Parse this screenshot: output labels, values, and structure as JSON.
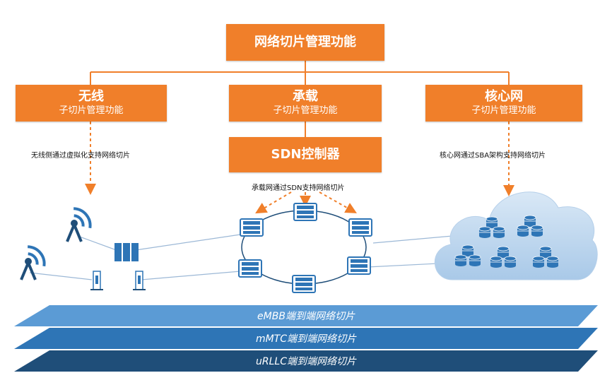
{
  "top": {
    "title": "网络切片管理功能"
  },
  "wireless": {
    "title": "无线",
    "subtitle": "子切片管理功能",
    "note": "无线侧通过虚拟化支持网络切片"
  },
  "bearer": {
    "title": "承载",
    "subtitle": "子切片管理功能",
    "note": "承载网通过SDN支持网络切片"
  },
  "core": {
    "title": "核心网",
    "subtitle": "子切片管理功能",
    "note": "核心网通过SBA架构支持网络切片"
  },
  "sdn": {
    "title": "SDN控制器"
  },
  "slices": [
    {
      "label": "eMBB端到端网络切片",
      "color": "#5b9bd5"
    },
    {
      "label": "mMTC端到端网络切片",
      "color": "#2e75b6"
    },
    {
      "label": "uRLLC端到端网络切片",
      "color": "#1f4e79"
    }
  ],
  "colors": {
    "orange": "#f07f2a",
    "icon_blue": "#2e75b6",
    "cloud": "#c6dcf0"
  }
}
